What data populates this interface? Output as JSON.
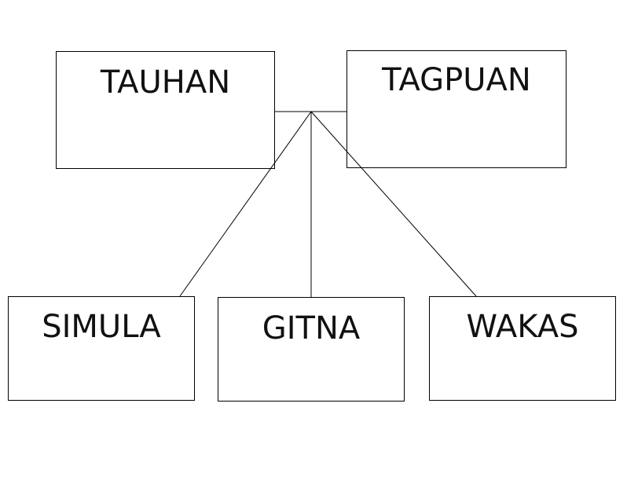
{
  "diagram": {
    "nodes": {
      "tauhan": "TAUHAN",
      "tagpuan": "TAGPUAN",
      "simula": "SIMULA",
      "gitna": "GITNA",
      "wakas": "WAKAS"
    },
    "edges": [
      [
        "tauhan",
        "tagpuan"
      ],
      [
        "hub",
        "simula"
      ],
      [
        "hub",
        "gitna"
      ],
      [
        "hub",
        "wakas"
      ]
    ]
  }
}
